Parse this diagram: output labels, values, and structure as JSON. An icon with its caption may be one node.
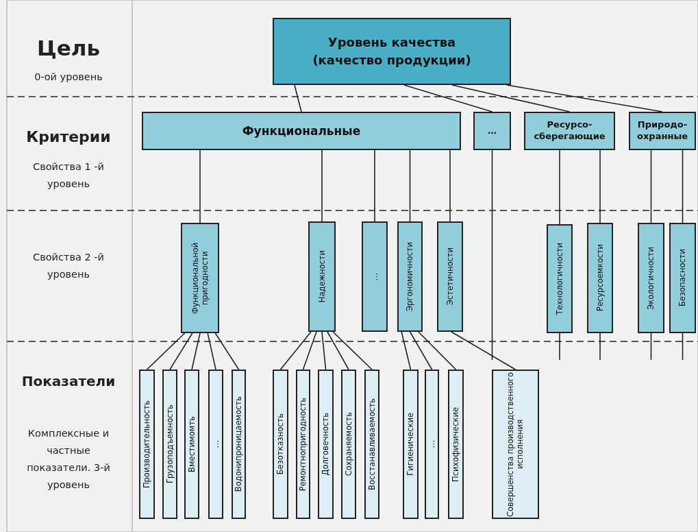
{
  "diagram": {
    "nodes": [
      {
        "text": [
          "Уровень качества (качество продукции)"
        ]
      },
      {
        "text": [
          "Функциональные"
        ]
      },
      {
        "text": [
          "…"
        ]
      },
      {
        "text": [
          "Ресурсо- сберегающие"
        ]
      },
      {
        "text": [
          "Природо- охранные"
        ]
      },
      {
        "text": [
          "Функциональной пригодности"
        ]
      },
      {
        "text": [
          "Надежности"
        ]
      },
      {
        "text": [
          "…"
        ]
      },
      {
        "text": [
          "Эргономичности"
        ]
      },
      {
        "text": [
          "Эстетичности"
        ]
      },
      {
        "text": [
          "Технологичности"
        ]
      },
      {
        "text": [
          "Ресурсоемкости"
        ]
      },
      {
        "text": [
          "Экологичности"
        ]
      },
      {
        "text": [
          "Безопасности"
        ]
      },
      {
        "text": [
          "Производительность"
        ]
      },
      {
        "text": [
          "Грузоподъемность"
        ]
      },
      {
        "text": [
          "Вместимомть"
        ]
      },
      {
        "text": [
          "…"
        ]
      },
      {
        "text": [
          "Водонипроницаемость"
        ]
      },
      {
        "text": [
          "Безотказность"
        ]
      },
      {
        "text": [
          "Ремонтнопригодность"
        ]
      },
      {
        "text": [
          "Долговечность"
        ]
      },
      {
        "text": [
          "Сохраняемость"
        ]
      },
      {
        "text": [
          "Восстанавливаемость"
        ]
      },
      {
        "text": [
          "Гигиенические"
        ]
      },
      {
        "text": [
          "…"
        ]
      },
      {
        "text": [
          "Психофизические"
        ]
      },
      {
        "text": [
          "Совершенства производственного исполнения"
        ]
      }
    ],
    "edges": [
      {
        "from": 0,
        "to": 1,
        "arrow": "none"
      },
      {
        "from": 0,
        "to": 2,
        "arrow": "none"
      },
      {
        "from": 0,
        "to": 3,
        "arrow": "none"
      },
      {
        "from": 0,
        "to": 4,
        "arrow": "none"
      },
      {
        "from": 1,
        "to": 5,
        "arrow": "none"
      },
      {
        "from": 1,
        "to": 6,
        "arrow": "none"
      },
      {
        "from": 1,
        "to": 7,
        "arrow": "none"
      },
      {
        "from": 1,
        "to": 8,
        "arrow": "none"
      },
      {
        "from": 1,
        "to": 9,
        "arrow": "none"
      },
      {
        "from": 2,
        "to": null,
        "arrow": "none"
      },
      {
        "from": 3,
        "to": 10,
        "arrow": "none"
      },
      {
        "from": 3,
        "to": 11,
        "arrow": "none"
      },
      {
        "from": 4,
        "to": 12,
        "arrow": "none"
      },
      {
        "from": 4,
        "to": 13,
        "arrow": "none"
      },
      {
        "from": 10,
        "to": null,
        "arrow": "none"
      },
      {
        "from": 11,
        "to": null,
        "arrow": "none"
      },
      {
        "from": 12,
        "to": null,
        "arrow": "none"
      },
      {
        "from": 13,
        "to": null,
        "arrow": "none"
      },
      {
        "from": 5,
        "to": 14,
        "arrow": "none"
      },
      {
        "from": 5,
        "to": 15,
        "arrow": "none"
      },
      {
        "from": 5,
        "to": 16,
        "arrow": "none"
      },
      {
        "from": 5,
        "to": 17,
        "arrow": "none"
      },
      {
        "from": 5,
        "to": 18,
        "arrow": "none"
      },
      {
        "from": 6,
        "to": 19,
        "arrow": "none"
      },
      {
        "from": 6,
        "to": 20,
        "arrow": "none"
      },
      {
        "from": 6,
        "to": 21,
        "arrow": "none"
      },
      {
        "from": 6,
        "to": 22,
        "arrow": "none"
      },
      {
        "from": 6,
        "to": 23,
        "arrow": "none"
      },
      {
        "from": 8,
        "to": 24,
        "arrow": "none"
      },
      {
        "from": 8,
        "to": 25,
        "arrow": "none"
      },
      {
        "from": 8,
        "to": 26,
        "arrow": "none"
      },
      {
        "from": 9,
        "to": 27,
        "arrow": "none"
      }
    ],
    "labels": [
      "Цель",
      "0-ой уровень",
      "Критерии",
      "Свойства 1 -й уровень",
      "Свойства 2 -й уровень",
      "Показатели",
      "Комплексные и частные показатели. 3-й уровень"
    ]
  }
}
